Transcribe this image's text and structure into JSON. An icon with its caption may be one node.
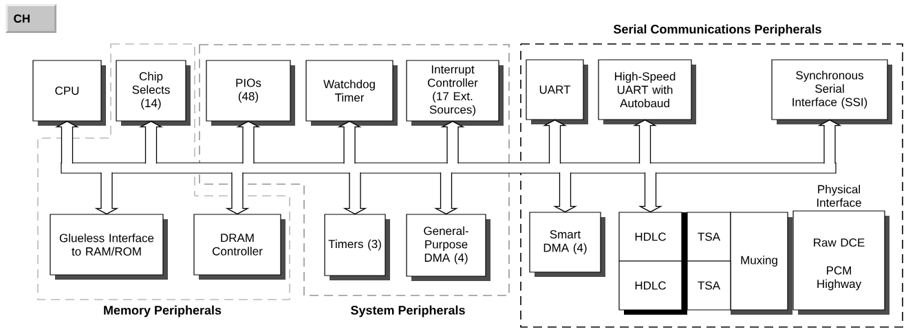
{
  "diagram": {
    "nodes": [
      {
        "text": [
          "Memory Peripherals"
        ]
      },
      {
        "text": [
          "System Peripherals"
        ]
      },
      {
        "text": [
          "Serial Communications Peripherals"
        ]
      },
      {
        "text": [
          "CPU"
        ]
      },
      {
        "text": [
          "Chip Selects (14)"
        ],
        "in": 0
      },
      {
        "text": [
          "PIOs (48)"
        ],
        "in": 1
      },
      {
        "text": [
          "Watchdog Timer"
        ],
        "in": 1
      },
      {
        "text": [
          "Interrupt Controller (17 Ext. Sources)"
        ],
        "in": 1
      },
      {
        "text": [
          "UART"
        ],
        "in": 2
      },
      {
        "text": [
          "High-Speed UART with Autobaud"
        ],
        "in": 2
      },
      {
        "text": [
          "Synchronous Serial Interface (SSI)"
        ],
        "in": 2
      },
      {
        "text": [],
        "shape": "bar"
      },
      {
        "text": [
          "Glueless Interface to RAM/ROM"
        ],
        "in": 0
      },
      {
        "text": [
          "DRAM Controller"
        ],
        "in": 0
      },
      {
        "text": [
          "Timers (3)"
        ],
        "in": 1
      },
      {
        "text": [
          "General-Purpose DMA (4)"
        ],
        "in": 1
      },
      {
        "text": [
          "Smart DMA (4)"
        ],
        "in": 2
      },
      {
        "text": [
          "HDLC"
        ],
        "in": 2
      },
      {
        "text": [
          "TSA"
        ],
        "in": 2
      },
      {
        "text": [
          "Muxing"
        ],
        "in": 2
      },
      {
        "text": [
          "Physical Interface",
          "Raw DCE",
          "PCM Highway"
        ],
        "in": 2
      },
      {
        "text": [
          "HDLC"
        ],
        "in": 2
      },
      {
        "text": [
          "TSA"
        ],
        "in": 2
      }
    ],
    "edges": [
      {
        "from": 11,
        "to": 3,
        "arrow": "to"
      },
      {
        "from": 11,
        "to": 4,
        "arrow": "to"
      },
      {
        "from": 11,
        "to": 5,
        "arrow": "to"
      },
      {
        "from": 11,
        "to": 6,
        "arrow": "to"
      },
      {
        "from": 11,
        "to": 7,
        "arrow": "to"
      },
      {
        "from": 11,
        "to": 8,
        "arrow": "to"
      },
      {
        "from": 11,
        "to": 9,
        "arrow": "to"
      },
      {
        "from": 11,
        "to": 10,
        "arrow": "to"
      },
      {
        "from": 11,
        "to": 12,
        "arrow": "to"
      },
      {
        "from": 11,
        "to": 13,
        "arrow": "to"
      },
      {
        "from": 11,
        "to": 14,
        "arrow": "to"
      },
      {
        "from": 11,
        "to": 15,
        "arrow": "to"
      },
      {
        "from": 11,
        "to": 16,
        "arrow": "to"
      },
      {
        "from": 11,
        "to": 17,
        "arrow": "to"
      }
    ],
    "labels": [
      "CH"
    ]
  }
}
